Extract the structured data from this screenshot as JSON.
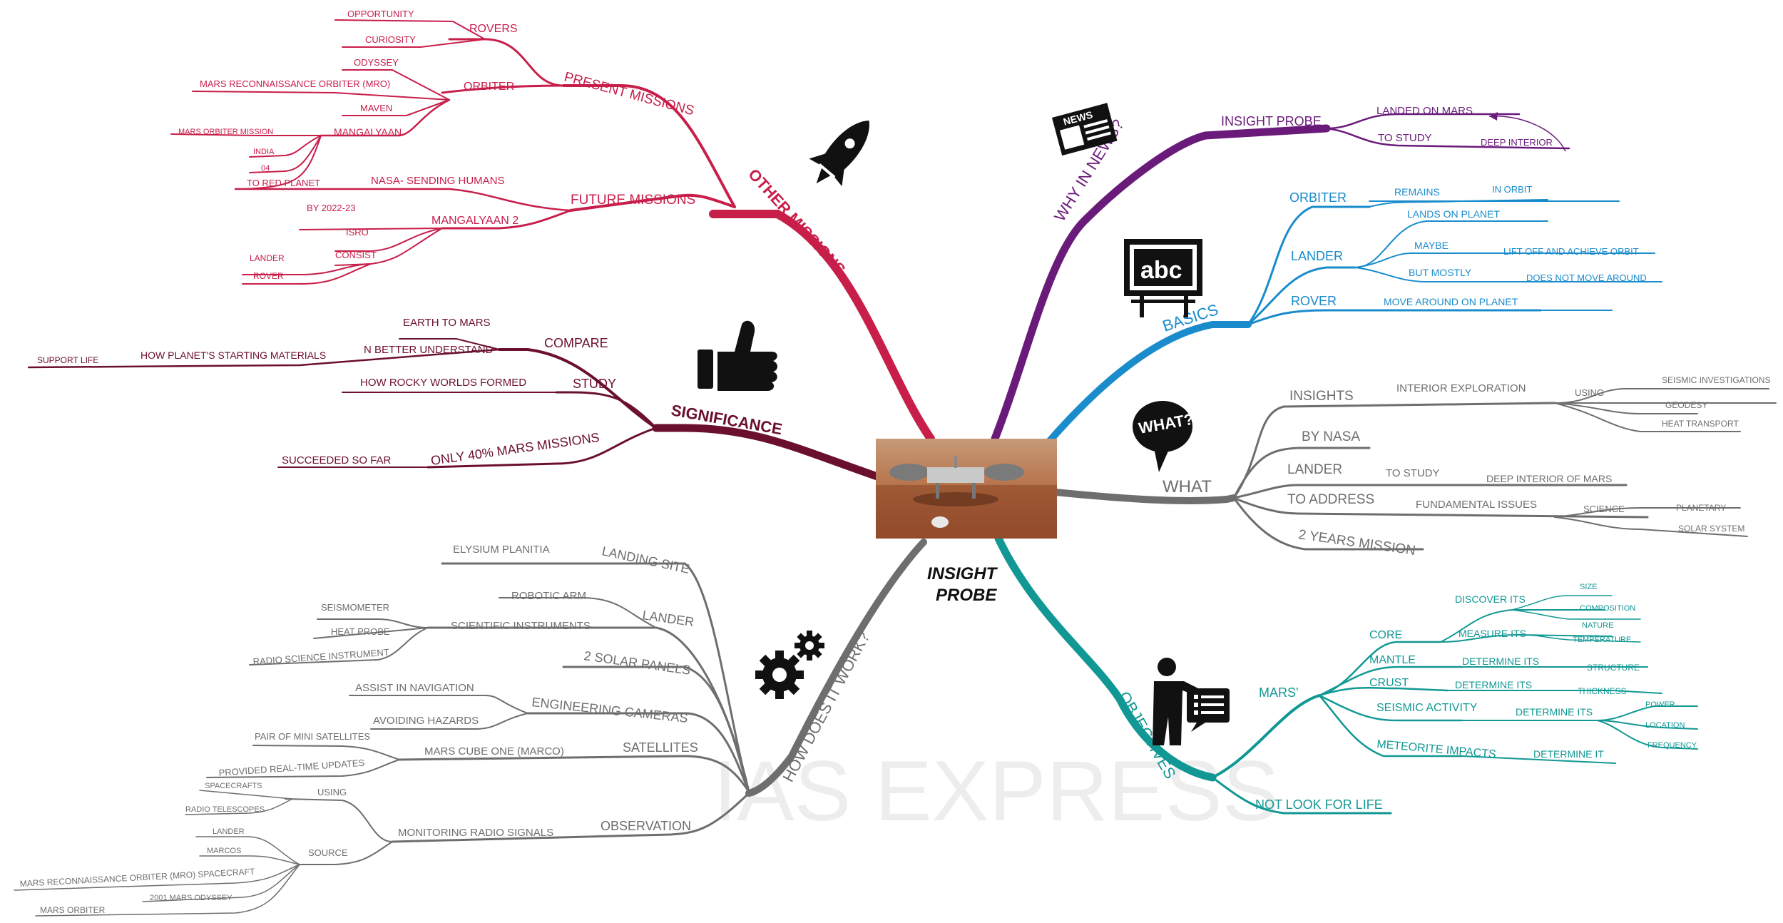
{
  "central": {
    "title_line1": "INSIGHT",
    "title_line2": "PROBE"
  },
  "watermark": "IAS EXPRESS",
  "colors": {
    "other_missions": "#c81e4a",
    "significance": "#6b0f2e",
    "why_in_news": "#6a1b7a",
    "basics": "#1a8ccc",
    "what": "#6e6e6e",
    "objectives": "#129894",
    "how": "#6e6e6e"
  },
  "icons": {
    "other_missions": "rocket-icon",
    "significance": "thumbs-up-icon",
    "why_in_news": "newspaper-icon",
    "basics": "chalkboard-abc-icon",
    "what": "what-speech-bubble-icon",
    "objectives": "teacher-presenting-icon",
    "how": "gears-icon",
    "news_label": "NEWS",
    "abc_label": "abc",
    "what_label": "WHAT?"
  },
  "branches": {
    "other_missions": {
      "label": "OTHER MISSIONS",
      "present_missions": "PRESENT MISSIONS",
      "rovers": "ROVERS",
      "opportunity": "OPPORTUNITY",
      "curiosity": "CURIOSITY",
      "orbiter": "ORBITER",
      "odyssey": "ODYSSEY",
      "mro": "MARS RECONNAISSANCE ORBITER (MRO)",
      "maven": "MAVEN",
      "mangalyaan": "MANGALYAAN",
      "mars_orbiter_mission": "MARS ORBITER MISSION",
      "india": "INDIA",
      "o4": "04",
      "to_red_planet": "TO RED PLANET",
      "future_missions": "FUTURE MISSIONS",
      "nasa_sending_humans": "NASA- SENDING HUMANS",
      "mangalyaan2": "MANGALYAAN 2",
      "by_2022": "BY 2022-23",
      "isro": "ISRO",
      "consist": "CONSIST",
      "lander": "LANDER",
      "rover": "ROVER"
    },
    "significance": {
      "label": "SIGNIFICANCE",
      "compare": "COMPARE",
      "earth_to_mars": "EARTH TO MARS",
      "n_better": "N BETTER UNDERSTAND",
      "how_planets": "HOW PLANET'S STARTING MATERIALS",
      "support_life": "SUPPORT LIFE",
      "study": "STUDY",
      "rocky_worlds": "HOW ROCKY WORLDS FORMED",
      "only_40": "ONLY 40% MARS MISSIONS",
      "succeeded": "SUCCEEDED SO FAR"
    },
    "why_in_news": {
      "label": "WHY IN NEWS?",
      "insight_probe": "INSIGHT PROBE",
      "landed_on_mars": "LANDED ON MARS",
      "to_study": "TO STUDY",
      "deep_interior": "DEEP INTERIOR"
    },
    "basics": {
      "label": "BASICS",
      "orbiter": "ORBITER",
      "remains": "REMAINS",
      "in_orbit": "IN ORBIT",
      "lander": "LANDER",
      "lands_on_planet": "LANDS ON PLANET",
      "maybe": "MAYBE",
      "lift_off": "LIFT OFF AND ACHIEVE ORBIT",
      "but_mostly": "BUT MOSTLY",
      "not_move": "DOES NOT MOVE AROUND",
      "rover": "ROVER",
      "move_around": "MOVE AROUND ON PLANET"
    },
    "what": {
      "label": "WHAT",
      "insights": "INSIGHTS",
      "interior_exploration": "INTERIOR EXPLORATION",
      "using": "USING",
      "seismic": "SEISMIC INVESTIGATIONS",
      "geodesy": "GEODESY",
      "heat_transport": "HEAT TRANSPORT",
      "by_nasa": "BY NASA",
      "lander": "LANDER",
      "to_study": "TO STUDY",
      "deep_interior_mars": "DEEP INTERIOR OF MARS",
      "to_address": "TO ADDRESS",
      "fundamental": "FUNDAMENTAL ISSUES",
      "science": "SCIENCE",
      "planetary": "PLANETARY",
      "solar_system": "SOLAR SYSTEM",
      "two_years": "2 YEARS MISSION"
    },
    "objectives": {
      "label": "OBJECTIVES",
      "mars": "MARS'",
      "core": "CORE",
      "discover_its": "DISCOVER ITS",
      "size": "SIZE",
      "composition": "COMPOSITION",
      "nature": "NATURE",
      "measure_its": "MEASURE ITS",
      "temperature": "TEMPERATURE",
      "mantle": "MANTLE",
      "determine_its_1": "DETERMINE ITS",
      "structure": "STRUCTURE",
      "crust": "CRUST",
      "determine_its_2": "DETERMINE ITS",
      "thickness": "THICKNESS",
      "seismic_activity": "SEISMIC ACTIVITY",
      "determine_its_3": "DETERMINE ITS",
      "power": "POWER",
      "location": "LOCATION",
      "frequency": "FREQUENCY",
      "meteorite": "METEORITE IMPACTS",
      "determine_it": "DETERMINE IT",
      "not_look": "NOT LOOK FOR LIFE"
    },
    "how": {
      "label": "HOW DOES IT WORK?",
      "landing_site": "LANDING SITE",
      "elysium": "ELYSIUM PLANITIA",
      "lander": "LANDER",
      "robotic_arm": "ROBOTIC ARM",
      "scientific_instruments": "SCIENTIFIC INSTRUMENTS",
      "seismometer": "SEISMOMETER",
      "heat_probe": "HEAT PROBE",
      "radio_science": "RADIO SCIENCE INSTRUMENT",
      "solar_panels": "2 SOLAR PANELS",
      "engineering_cameras": "ENGINEERING CAMERAS",
      "assist_navigation": "ASSIST IN NAVIGATION",
      "avoiding_hazards": "AVOIDING HAZARDS",
      "satellites": "SATELLITES",
      "mars_cube_one": "MARS CUBE ONE (MARCO)",
      "pair_mini": "PAIR OF MINI SATELLITES",
      "real_time": "PROVIDED REAL-TIME UPDATES",
      "observation": "OBSERVATION",
      "monitoring": "MONITORING RADIO SIGNALS",
      "using": "USING",
      "spacecrafts": "SPACECRAFTS",
      "radio_telescopes": "RADIO TELESCOPES",
      "source": "SOURCE",
      "src_lander": "LANDER",
      "marcos": "MARCOS",
      "mro_spacecraft": "MARS RECONNAISSANCE ORBITER (MRO) SPACECRAFT",
      "mars_odyssey": "2001 MARS ODYSSEY",
      "mars_orbiter": "MARS ORBITER"
    }
  }
}
